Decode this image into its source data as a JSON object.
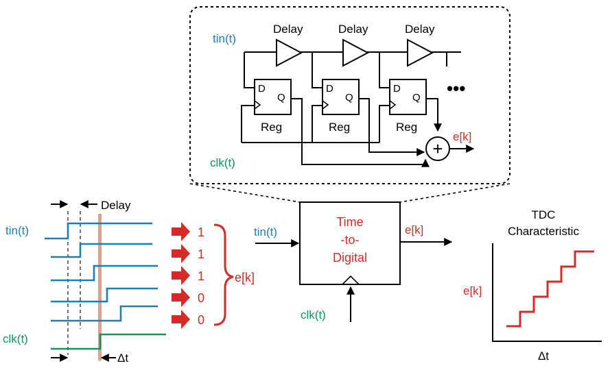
{
  "colors": {
    "tin": "#1a7fb5",
    "clk": "#12925c",
    "output": "#d42b26",
    "delay_marker": "#e3a08a",
    "stroke": "#000000"
  },
  "chain": {
    "tin_label": "tin(t)",
    "clk_label": "clk(t)",
    "delay_labels": [
      "Delay",
      "Delay",
      "Delay"
    ],
    "reg_label": "Reg",
    "d_pin": "D",
    "q_pin": "Q",
    "ellipsis": "•••",
    "sum_symbol": "+",
    "output_label": "e[k]"
  },
  "timing": {
    "delay_label": "Delay",
    "tin_label": "tin(t)",
    "clk_label": "clk(t)",
    "delta_label": "Δt",
    "bits": [
      "1",
      "1",
      "1",
      "0",
      "0"
    ],
    "output_label": "e[k]"
  },
  "block": {
    "title_lines": [
      "Time",
      "-to-",
      "Digital"
    ],
    "input_label": "tin(t)",
    "clk_label": "clk(t)",
    "output_label": "e[k]"
  },
  "characteristic": {
    "title_lines": [
      "TDC",
      "Characteristic"
    ],
    "y_label": "e[k]",
    "x_label": "Δt"
  }
}
